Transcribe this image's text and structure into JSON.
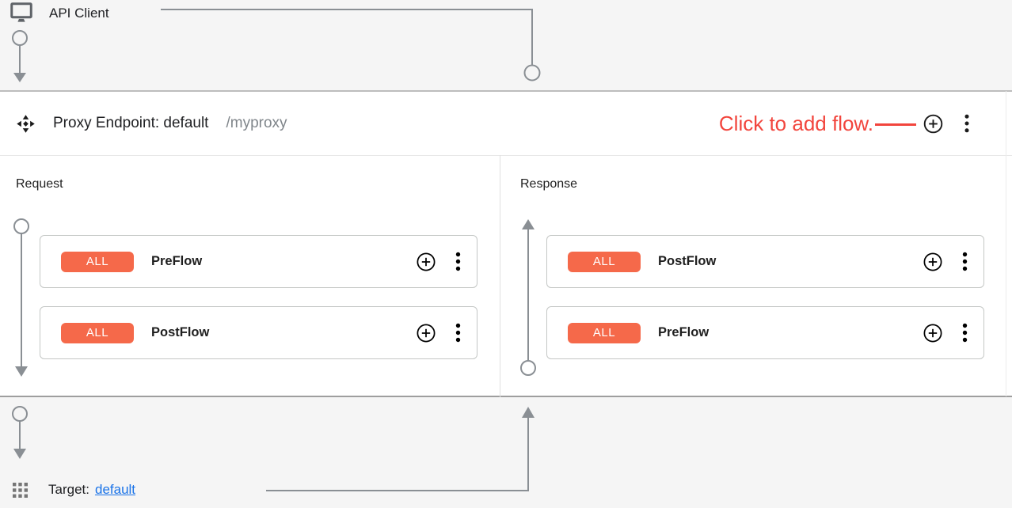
{
  "colors": {
    "annotation_red": "#f2453d",
    "badge_orange": "#f5694a",
    "link_blue": "#1a73e8",
    "connector_gray": "#8a8f94",
    "panel_background": "#ffffff",
    "canvas_background": "#f5f5f5"
  },
  "api_client": {
    "icon": "monitor-icon",
    "label": "API Client"
  },
  "proxy_endpoint": {
    "icon": "move-icon",
    "title": "Proxy Endpoint: default",
    "base_path": "/myproxy",
    "annotation": "Click to add flow.",
    "actions": {
      "add_flow_icon": "add-circle-icon",
      "menu_icon": "kebab-menu-icon"
    },
    "request": {
      "label": "Request",
      "flows": [
        {
          "condition": "ALL",
          "name": "PreFlow"
        },
        {
          "condition": "ALL",
          "name": "PostFlow"
        }
      ]
    },
    "response": {
      "label": "Response",
      "flows": [
        {
          "condition": "ALL",
          "name": "PostFlow"
        },
        {
          "condition": "ALL",
          "name": "PreFlow"
        }
      ]
    }
  },
  "target": {
    "icon": "grid-icon",
    "label": "Target:",
    "name": "default"
  }
}
